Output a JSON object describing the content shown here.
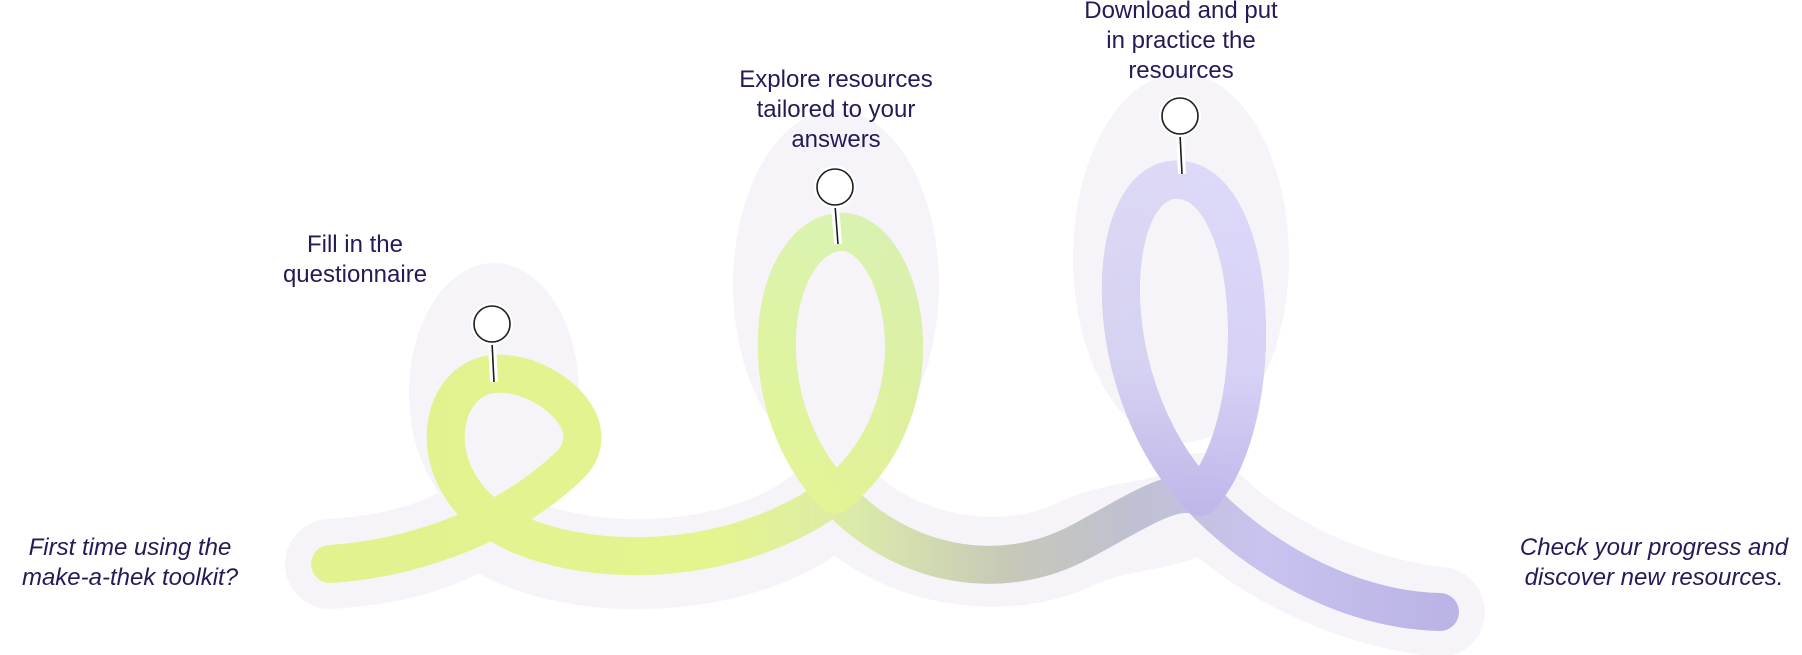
{
  "intro": {
    "text": "First time using the\nmake-a-thek toolkit?"
  },
  "outro": {
    "text": "Check your progress and\ndiscover new resources."
  },
  "steps": [
    {
      "label": "Fill in the\nquestionnaire"
    },
    {
      "label": "Explore resources\ntailored to your\nanswers"
    },
    {
      "label": "Download and put\nin practice the\nresources"
    }
  ],
  "colors": {
    "text": "#241a57",
    "ribbon_start": "#e3f58c",
    "ribbon_middle": "#c9cbbf",
    "ribbon_end": "#b9b0e8",
    "shadow": "#f4f2f7",
    "pin_stroke": "#1d1d1d"
  }
}
